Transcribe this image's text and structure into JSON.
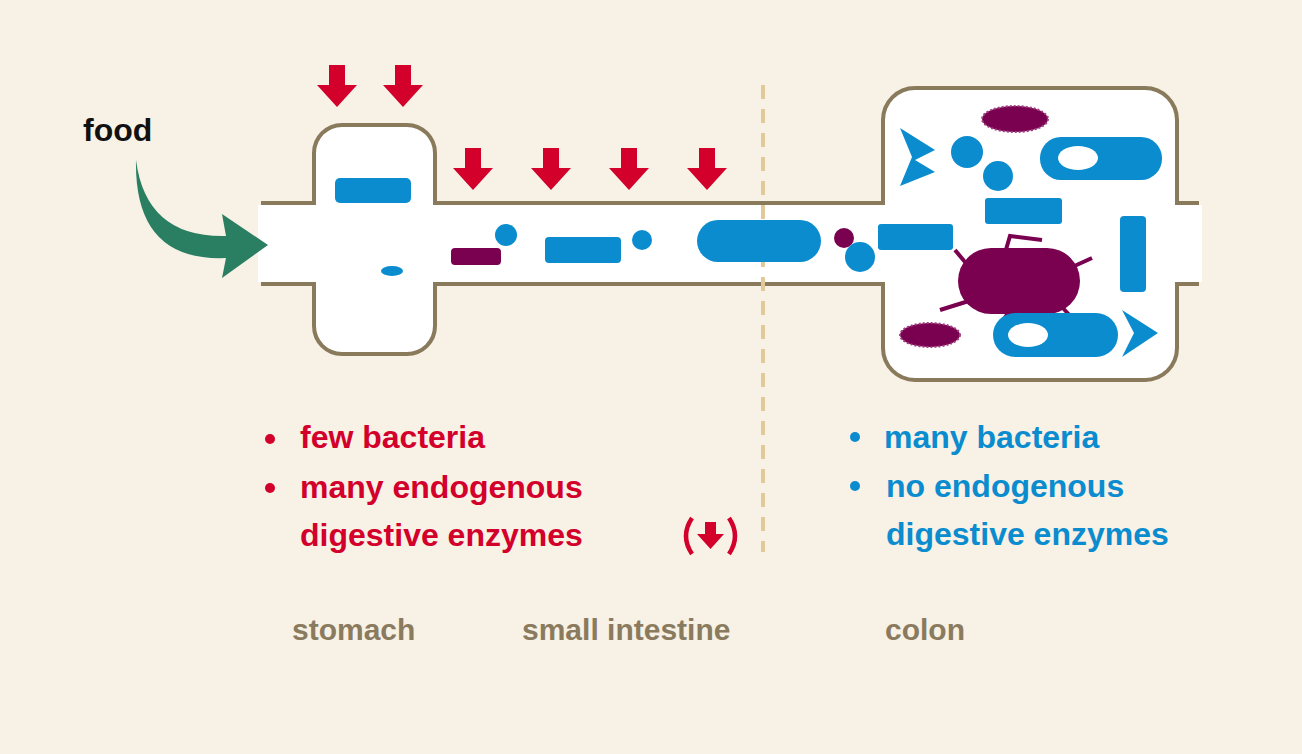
{
  "diagram": {
    "labels": [
      "food",
      "few bacteria",
      "many endogenous digestive enzymes",
      "many bacteria",
      "no endogenous digestive enzymes",
      "stomach",
      "small intestine",
      "colon"
    ]
  }
}
